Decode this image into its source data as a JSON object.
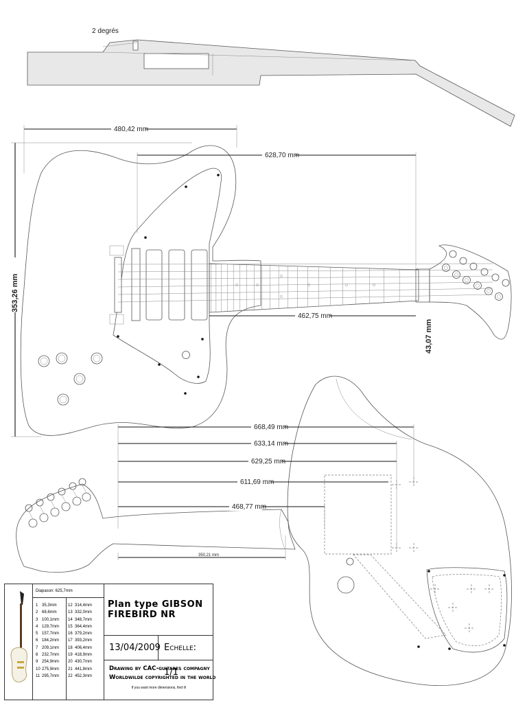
{
  "angle_label": "2 degrés",
  "dimensions": {
    "body_upper_length": "480,42 mm",
    "overall_top_length": "628,70 mm",
    "body_height": "353,26 mm",
    "neck_length": "462,75 mm",
    "nut_width": "43,07 mm",
    "d1": "668,49 mm",
    "d2": "633,14 mm",
    "d3": "629,25 mm",
    "d4": "611,69 mm",
    "d5": "468,77 mm",
    "d6": "350,21 mm"
  },
  "title_block": {
    "diapason": "Diapason: 625,7mm",
    "frets": [
      [
        "1",
        "35,3mm",
        "12",
        "314,4mm"
      ],
      [
        "2",
        "68,6mm",
        "13",
        "332,0mm"
      ],
      [
        "3",
        "100,1mm",
        "14",
        "348,7mm"
      ],
      [
        "4",
        "129,7mm",
        "15",
        "364,4mm"
      ],
      [
        "5",
        "157,7mm",
        "16",
        "379,2mm"
      ],
      [
        "6",
        "184,2mm",
        "17",
        "393,2mm"
      ],
      [
        "7",
        "209,1mm",
        "18",
        "406,4mm"
      ],
      [
        "8",
        "232,7mm",
        "19",
        "418,9mm"
      ],
      [
        "9",
        "254,9mm",
        "20",
        "430,7mm"
      ],
      [
        "10",
        "275,9mm",
        "21",
        "441,8mm"
      ],
      [
        "11",
        "295,7mm",
        "22",
        "452,3mm"
      ]
    ],
    "title": "Plan type GIBSON FIREBIRD NR",
    "date": "13/04/2009",
    "scale": "Echelle: 1/1",
    "credit_line1": "Drawing by CAC-guitares compagny",
    "credit_line2": "Worldwilde copyrighted in the world",
    "note": "If you want more dimensions, find it!"
  }
}
